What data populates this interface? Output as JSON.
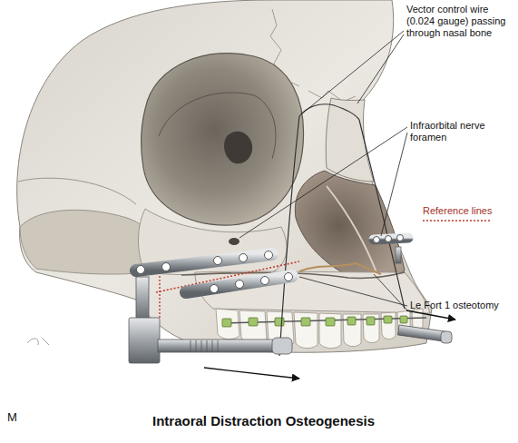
{
  "diagram": {
    "caption": "Intraoral Distraction Osteogenesis",
    "labels": [
      "Vector control wire (0.024 gauge) passing through nasal bone",
      "Infraorbital nerve foramen",
      "Reference lines",
      "Le Fort 1 osteotomy",
      "M"
    ]
  }
}
